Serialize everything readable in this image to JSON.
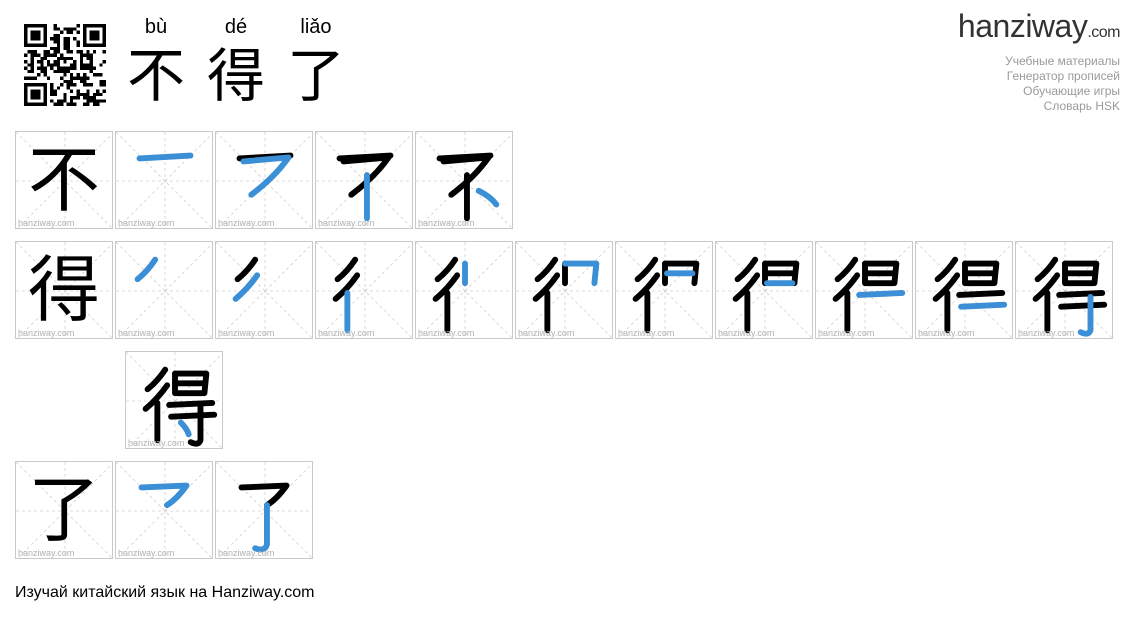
{
  "words": [
    {
      "pinyin": "bù",
      "hanzi": "不"
    },
    {
      "pinyin": "dé",
      "hanzi": "得"
    },
    {
      "pinyin": "liǎo",
      "hanzi": "了"
    }
  ],
  "logo": {
    "main": "hanziway",
    "suffix": ".com"
  },
  "links": [
    "Учебные материалы",
    "Генератор прописей",
    "Обучающие игры",
    "Словарь HSK"
  ],
  "watermark": "hanziway.com",
  "characters": [
    {
      "hanzi": "不",
      "stroke_count": 4
    },
    {
      "hanzi": "得",
      "stroke_count": 11
    },
    {
      "hanzi": "了",
      "stroke_count": 2
    }
  ],
  "footer": "Изучай китайский язык на Hanziway.com",
  "colors": {
    "stroke_highlight": "#3a8fd6",
    "grid_line": "#cfcfcf",
    "cell_border": "#c9c9c9",
    "link": "#9a9a9a"
  }
}
